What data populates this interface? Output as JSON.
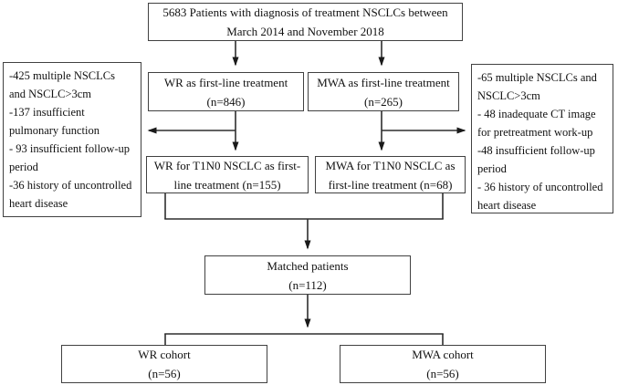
{
  "colors": {
    "background": "#ffffff",
    "text": "#111111",
    "box_border": "#414141",
    "line": "#2e2e2e"
  },
  "flowchart": {
    "top_box": {
      "line1": "5683 Patients with diagnosis of treatment NSCLCs between",
      "line2": "March 2014 and November 2018"
    },
    "wr_firstline_box": {
      "line1": "WR as first-line treatment",
      "line2": "(n=846)"
    },
    "mwa_firstline_box": {
      "line1": "MWA as first-line treatment",
      "line2": "(n=265)"
    },
    "wr_exclusion_box": {
      "text": "-425 multiple NSCLCs\nand NSCLC>3cm\n-137 insufficient\npulmonary function\n- 93 insufficient follow-up\nperiod\n-36 history of uncontrolled\nheart disease"
    },
    "mwa_exclusion_box": {
      "text": "-65 multiple NSCLCs and\nNSCLC>3cm\n- 48 inadequate CT image\nfor pretreatment work-up\n-48 insufficient follow-up\nperiod\n- 36 history of uncontrolled\nheart disease"
    },
    "wr_t1n0_box": {
      "line1": "WR for T1N0 NSCLC as first-",
      "line2": "line treatment (n=155)"
    },
    "mwa_t1n0_box": {
      "line1": "MWA for T1N0 NSCLC as",
      "line2": "first-line treatment (n=68)"
    },
    "matched_box": {
      "line1": "Matched patients",
      "line2": "(n=112)"
    },
    "wr_cohort_box": {
      "line1": "WR cohort",
      "line2": "(n=56)"
    },
    "mwa_cohort_box": {
      "line1": "MWA cohort",
      "line2": "(n=56)"
    }
  }
}
